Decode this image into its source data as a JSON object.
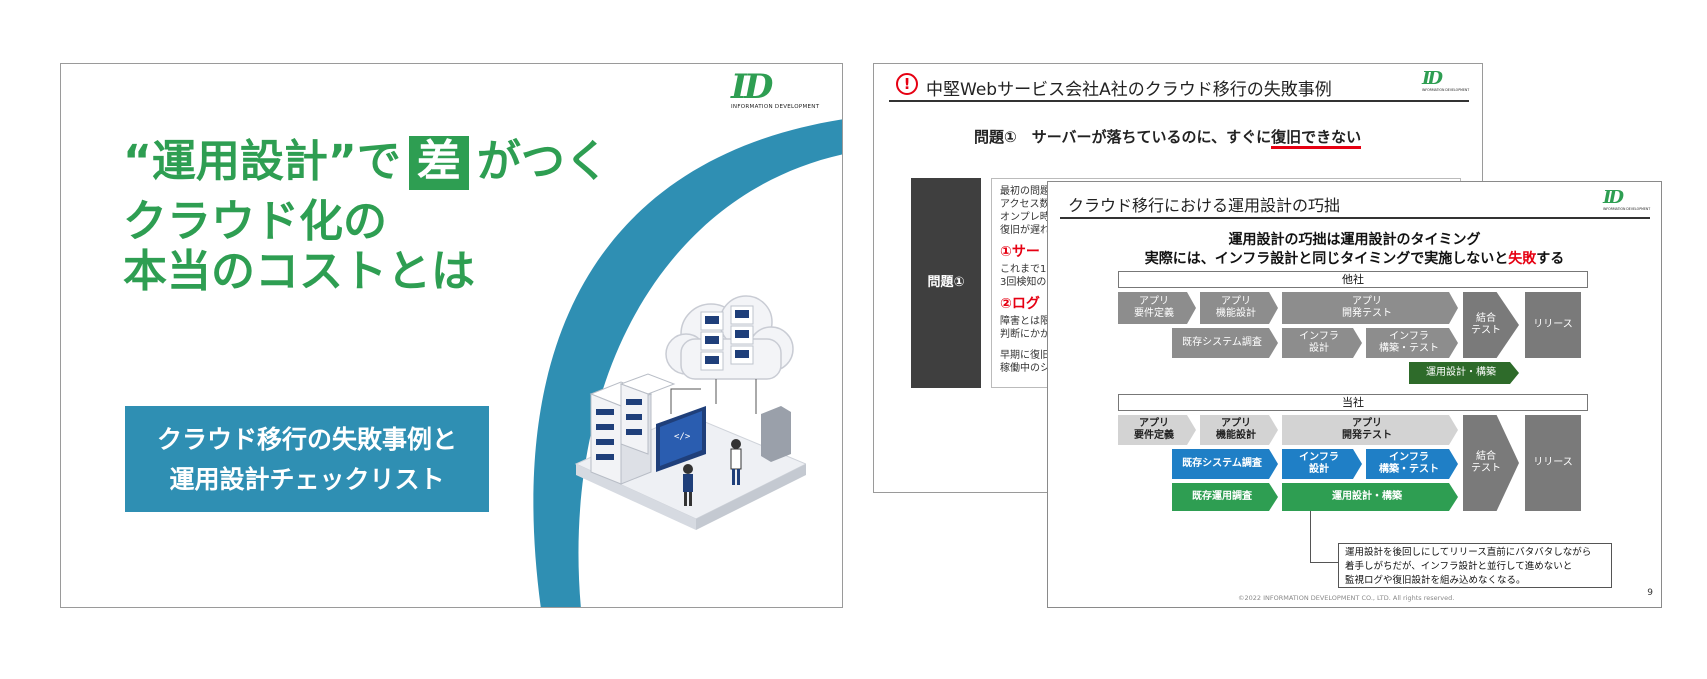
{
  "brand": {
    "logo_mark": "ID",
    "logo_sub": "INFORMATION DEVELOPMENT",
    "green": "#2e9e52",
    "teal": "#2f8fb3",
    "red": "#e60012"
  },
  "cover": {
    "title_line1_pre": "“運用設計”で",
    "title_line1_highlight": "差",
    "title_line1_post": "がつく",
    "title_line2": "クラウド化の",
    "title_line3": "本当のコストとは",
    "box_line1": "クラウド移行の失敗事例と",
    "box_line2": "運用設計チェックリスト",
    "code_glyph": "</>"
  },
  "case_slide": {
    "alert_icon": "!",
    "title": "中堅Webサービス会社A社のクラウド移行の失敗事例",
    "problem_prefix": "問題①　サーバーが落ちているのに、すぐに",
    "problem_underlined": "復旧できない",
    "label": "問題①",
    "lines_a": [
      "最初の問題",
      "アクセス数",
      "オンプレ時",
      "復旧が遅れ"
    ],
    "heading1": "①サー",
    "lines_b": [
      "これまで1",
      "3回検知の"
    ],
    "heading2": "②ログ",
    "lines_c": [
      "障害とは限",
      "判断にかか"
    ],
    "lines_d": [
      "早期に復旧",
      "稼働中のシ"
    ]
  },
  "compare_slide": {
    "title": "クラウド移行における運用設計の巧拙",
    "subtitle1": "運用設計の巧拙は運用設計のタイミング",
    "subtitle2_pre": "実際には、インフラ設計と同じタイミングで実施しないと",
    "subtitle2_red": "失敗",
    "subtitle2_post": "する",
    "lane1_label": "他社",
    "lane2_label": "当社",
    "lane1": {
      "req_l1": "アプリ",
      "req_l2": "要件定義",
      "func_l1": "アプリ",
      "func_l2": "機能設計",
      "dev_l1": "アプリ",
      "dev_l2": "開発テスト",
      "existing": "既存システム調査",
      "infra_d_l1": "インフラ",
      "infra_d_l2": "設計",
      "infra_b_l1": "インフラ",
      "infra_b_l2": "構築・テスト",
      "int_l1": "結合",
      "int_l2": "テスト",
      "release": "リリース",
      "ops": "運用設計・構築"
    },
    "lane2": {
      "req_l1": "アプリ",
      "req_l2": "要件定義",
      "func_l1": "アプリ",
      "func_l2": "機能設計",
      "dev_l1": "アプリ",
      "dev_l2": "開発テスト",
      "existing": "既存システム調査",
      "infra_d_l1": "インフラ",
      "infra_d_l2": "設計",
      "infra_b_l1": "インフラ",
      "infra_b_l2": "構築・テスト",
      "int_l1": "結合",
      "int_l2": "テスト",
      "release": "リリース",
      "existing_ops": "既存運用調査",
      "ops": "運用設計・構築"
    },
    "note_lines": [
      "運用設計を後回しにしてリリース直前にバタバタしながら",
      "着手しがちだが、インフラ設計と並行して進めないと",
      "監視ログや復旧設計を組み込めなくなる。"
    ],
    "copyright": "©2022 INFORMATION DEVELOPMENT CO., LTD. All rights reserved.",
    "page_number": "9"
  }
}
